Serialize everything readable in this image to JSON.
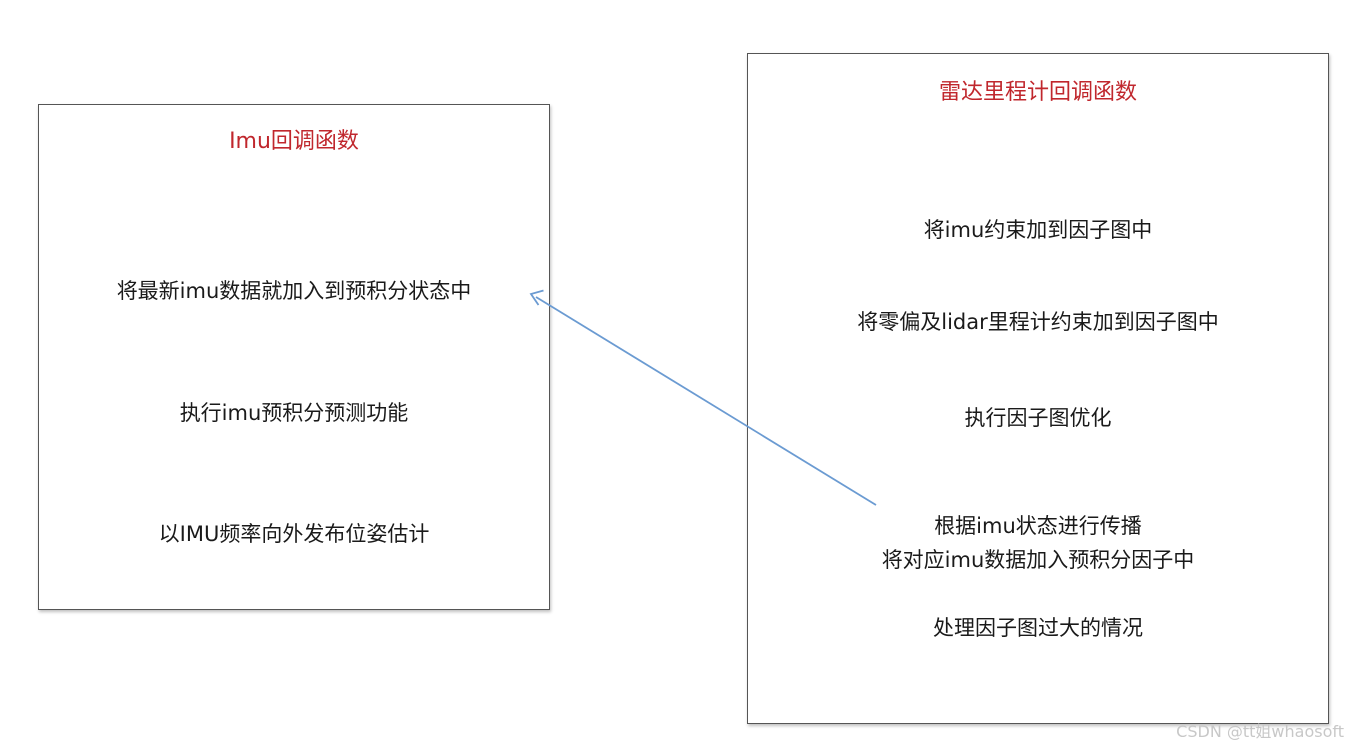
{
  "left_box": {
    "title": "Imu回调函数",
    "items": [
      "将最新imu数据就加入到预积分状态中",
      "执行imu预积分预测功能",
      "以IMU频率向外发布位姿估计"
    ]
  },
  "right_box": {
    "title": "雷达里程计回调函数",
    "items": [
      "将imu约束加到因子图中",
      "将零偏及lidar里程计约束加到因子图中",
      "执行因子图优化",
      "根据imu状态进行传播",
      "将对应imu数据加入预积分因子中",
      "处理因子图过大的情况"
    ]
  },
  "colors": {
    "title": "#c0272d",
    "arrow": "#6b9bd2",
    "border": "#555555"
  },
  "watermark": "CSDN @tt姐whaosoft"
}
